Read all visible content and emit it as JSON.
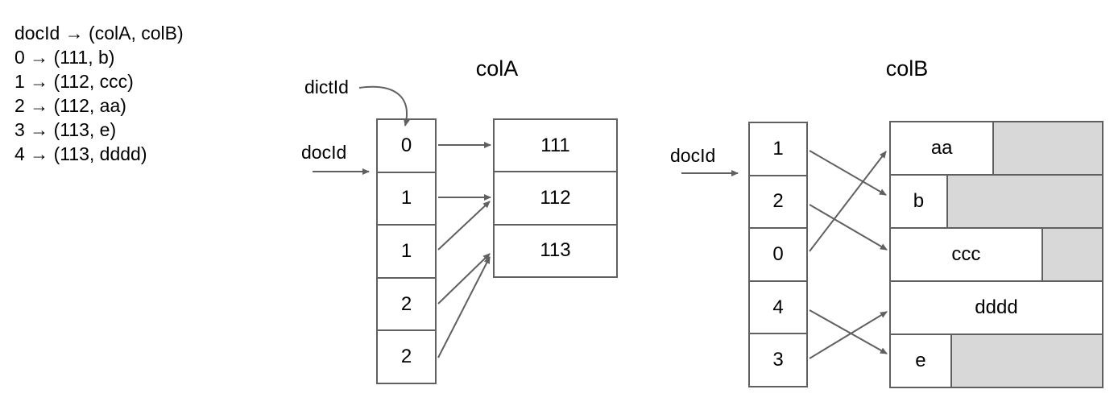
{
  "legend": {
    "lines": [
      "docId → (colA, colB)",
      "0 → (111, b)",
      "1 → (112, ccc)",
      "2 → (112, aa)",
      "3 → (113, e)",
      "4 → (113, dddd)"
    ]
  },
  "colA": {
    "title": "colA",
    "dictid_label": "dictId",
    "docid_label": "docId",
    "column_cells": [
      "0",
      "1",
      "1",
      "2",
      "2"
    ],
    "dict_entries": [
      "111",
      "112",
      "113"
    ]
  },
  "colB": {
    "title": "colB",
    "docid_label": "docId",
    "column_cells": [
      "1",
      "2",
      "0",
      "4",
      "3"
    ],
    "dict_entries": [
      {
        "text": "aa",
        "white_fraction": 0.49
      },
      {
        "text": "b",
        "white_fraction": 0.27
      },
      {
        "text": "ccc",
        "white_fraction": 0.72
      },
      {
        "text": "dddd",
        "white_fraction": 1.0
      },
      {
        "text": "e",
        "white_fraction": 0.29
      }
    ]
  },
  "colors": {
    "line": "#606060",
    "padding_fill": "#d8d8d8",
    "background": "#ffffff",
    "text": "#000000"
  }
}
